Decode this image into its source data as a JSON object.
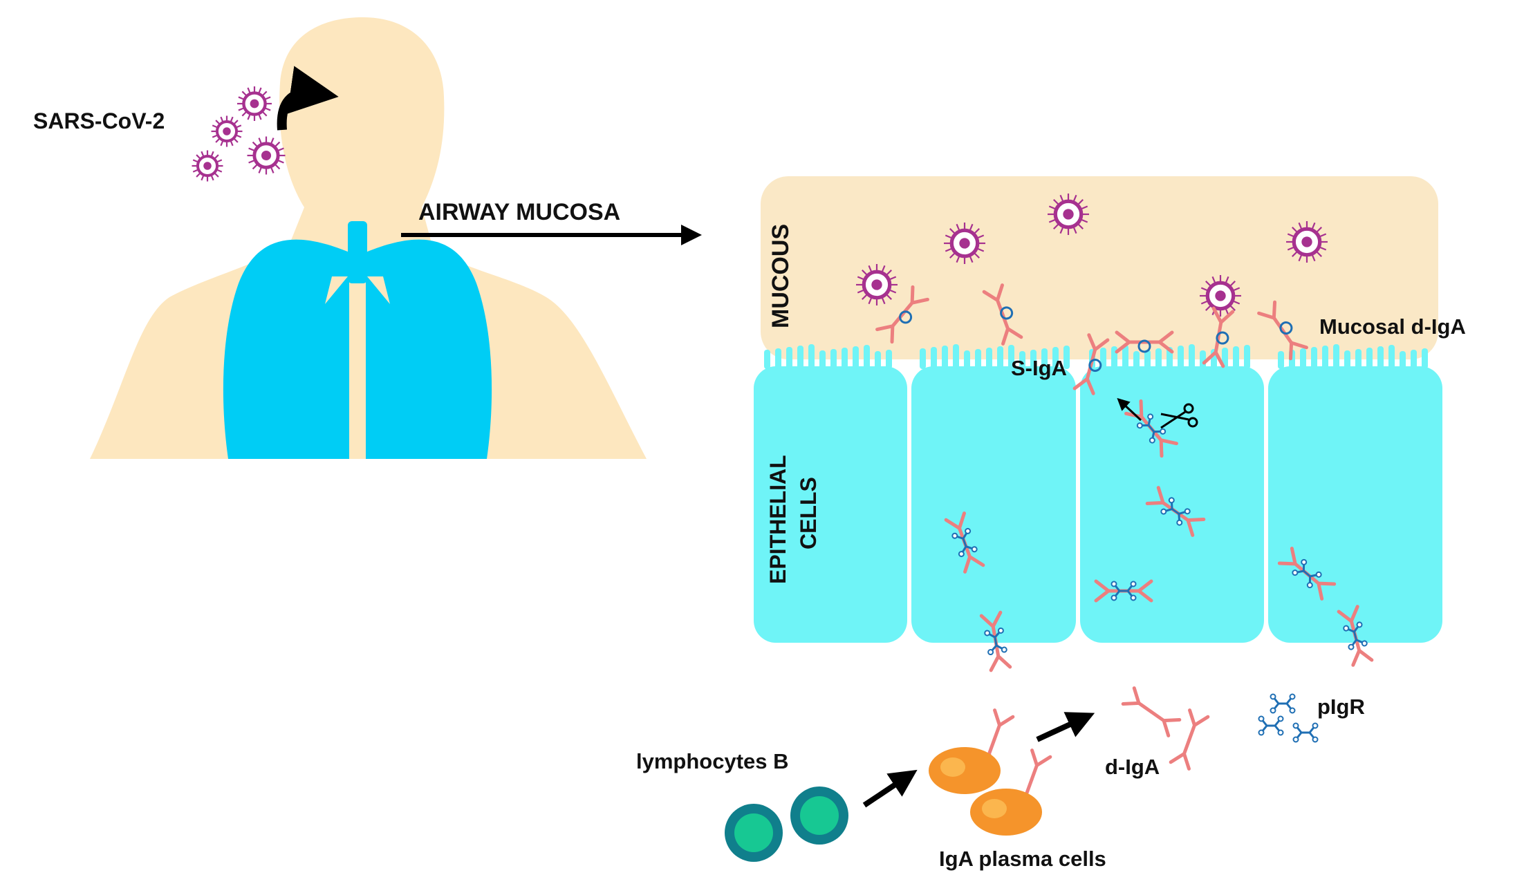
{
  "labels": {
    "virus": "SARS-CoV-2",
    "airway": "AIRWAY MUCOSA",
    "mucous": "MUCOUS",
    "epithelial_line1": "EPITHELIAL",
    "epithelial_line2": "CELLS",
    "siga": "S-IgA",
    "mucosal_diga": "Mucosal d-IgA",
    "pigr": "pIgR",
    "diga": "d-IgA",
    "lymphocytes": "lymphocytes B",
    "plasma": "IgA plasma cells"
  },
  "colors": {
    "skin": "#fde7bf",
    "lungs": "#00cdf5",
    "mucous": "#fae8c6",
    "epithelium": "#6ff4f7",
    "virus": "#a6318f",
    "antibody": "#ec7f7f",
    "receptor": "#1f6fb4",
    "bcell_outer": "#107f8c",
    "bcell_inner": "#17c893",
    "plasma_outer": "#f5942b",
    "plasma_inner": "#fbb64e",
    "arrow": "#000000"
  }
}
